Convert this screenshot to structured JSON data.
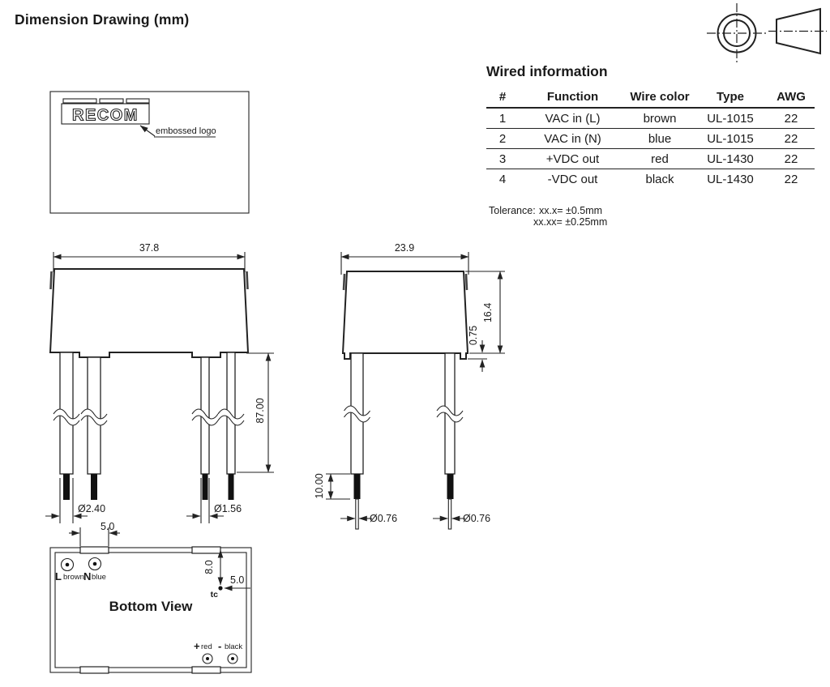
{
  "page": {
    "title": "Dimension Drawing (mm)"
  },
  "top_view": {
    "logo_text": "RECOM",
    "annotation": "embossed logo"
  },
  "wired_info": {
    "title": "Wired information",
    "columns": [
      "#",
      "Function",
      "Wire color",
      "Type",
      "AWG"
    ],
    "rows": [
      [
        "1",
        "VAC in (L)",
        "brown",
        "UL-1015",
        "22"
      ],
      [
        "2",
        "VAC in (N)",
        "blue",
        "UL-1015",
        "22"
      ],
      [
        "3",
        "+VDC out",
        "red",
        "UL-1430",
        "22"
      ],
      [
        "4",
        "-VDC out",
        "black",
        "UL-1430",
        "22"
      ]
    ],
    "tolerance_label": "Tolerance:",
    "tolerance_lines": [
      "xx.x= ±0.5mm",
      "xx.xx= ±0.25mm"
    ]
  },
  "front_view": {
    "width_dim": "37.8",
    "lead_length_dim": "87.00",
    "ac_wire_dia_dim": "Ø2.40",
    "dc_wire_dia_dim": "Ø1.56"
  },
  "side_view": {
    "depth_dim": "23.9",
    "height_dim": "16.4",
    "standoff_dim": "0.75",
    "strip_length_dim": "10.00",
    "left_conductor_dia_dim": "Ø0.76",
    "right_conductor_dia_dim": "Ø0.76"
  },
  "bottom_view": {
    "title": "Bottom View",
    "tab_width_dim": "5.0",
    "tc_vertical_dim": "8.0",
    "tc_horizontal_dim": "5.0",
    "tc_label": "tc",
    "pins": [
      {
        "label": "L",
        "color_label": "brown"
      },
      {
        "label": "N",
        "color_label": "blue"
      },
      {
        "label": "+",
        "color_label": "red"
      },
      {
        "label": "-",
        "color_label": "black"
      }
    ]
  }
}
